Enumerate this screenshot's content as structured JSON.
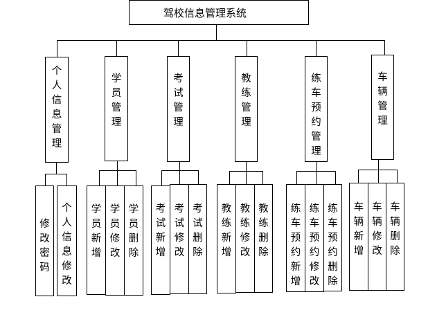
{
  "root": {
    "label": "驾校信息管理系统"
  },
  "modules": [
    {
      "label": "个人信息管理",
      "children": [
        "修改密码",
        "个人信息修改"
      ]
    },
    {
      "label": "学员管理",
      "children": [
        "学员新增",
        "学员修改",
        "学员删除"
      ]
    },
    {
      "label": "考试管理",
      "children": [
        "考试新增",
        "考试修改",
        "考试删除"
      ]
    },
    {
      "label": "教练管理",
      "children": [
        "教练新增",
        "教练修改",
        "教练删除"
      ]
    },
    {
      "label": "练车预约管理",
      "children": [
        "练车预约新增",
        "练车预约修改",
        "练车预约删除"
      ]
    },
    {
      "label": "车辆管理",
      "children": [
        "车辆新增",
        "车辆修改",
        "车辆删除"
      ]
    }
  ],
  "colors": {
    "line": "#000000",
    "background": "#ffffff"
  }
}
